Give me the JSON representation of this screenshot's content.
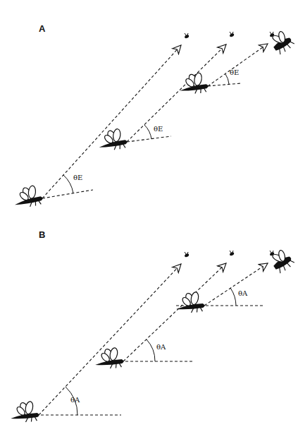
{
  "diagram": {
    "labels": [
      "A",
      "θE",
      "θE",
      "θE",
      "B",
      "θA",
      "θA",
      "θA"
    ]
  }
}
